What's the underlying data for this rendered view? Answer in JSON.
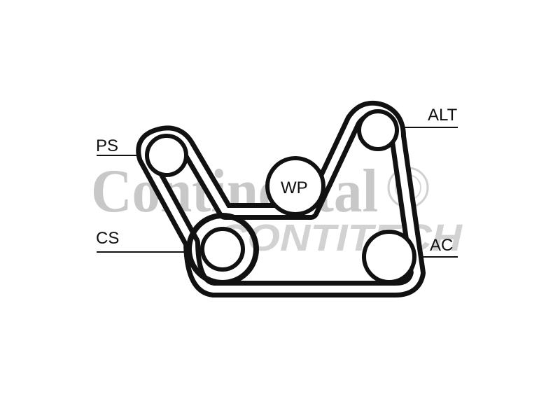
{
  "watermark": {
    "brand": "Continental",
    "sub_brand": "CONTITECH"
  },
  "pulleys": {
    "ps": "PS",
    "cs": "CS",
    "wp": "WP",
    "alt": "ALT",
    "ac": "AC"
  },
  "colors": {
    "ink": "#111111",
    "watermark": "#c8c8c8",
    "background": "#ffffff"
  }
}
